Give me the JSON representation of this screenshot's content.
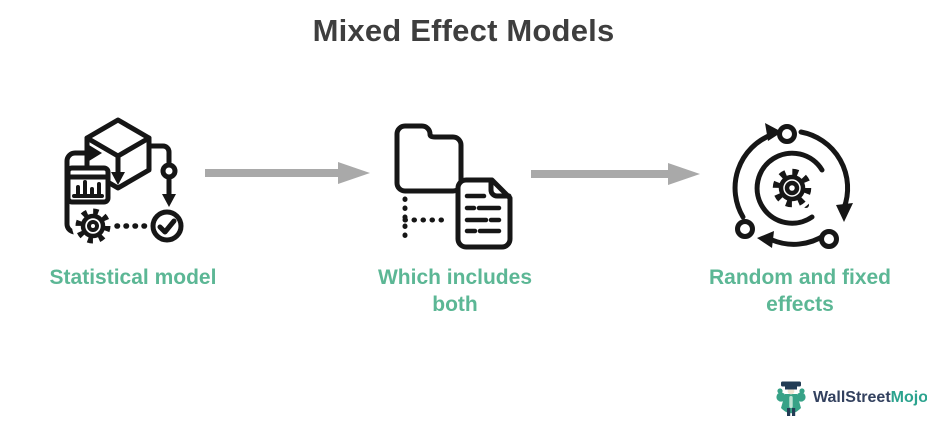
{
  "title": "Mixed Effect Models",
  "steps": [
    {
      "label": "Statistical model",
      "icon": "statistical-model-icon"
    },
    {
      "label": "Which includes both",
      "icon": "folder-and-document-icon"
    },
    {
      "label": "Random and fixed effects",
      "icon": "gear-cycle-icon"
    }
  ],
  "connectors": [
    {
      "icon": "right-arrow-icon"
    },
    {
      "icon": "right-arrow-icon"
    }
  ],
  "logo": {
    "name": "WallStreetMojo",
    "primary": "WallStreet",
    "secondary": "Mojo",
    "icon": "wallstreetmojo-mascot-icon"
  },
  "colors": {
    "title_dark": "#3e3e3e",
    "label_green": "#5cb795",
    "arrow_gray": "#a9a9a9",
    "icon_black": "#161616",
    "logo_navy": "#33415f",
    "logo_teal": "#2ba38e",
    "mascot_green": "#37a287",
    "mascot_navy": "#223c55"
  }
}
